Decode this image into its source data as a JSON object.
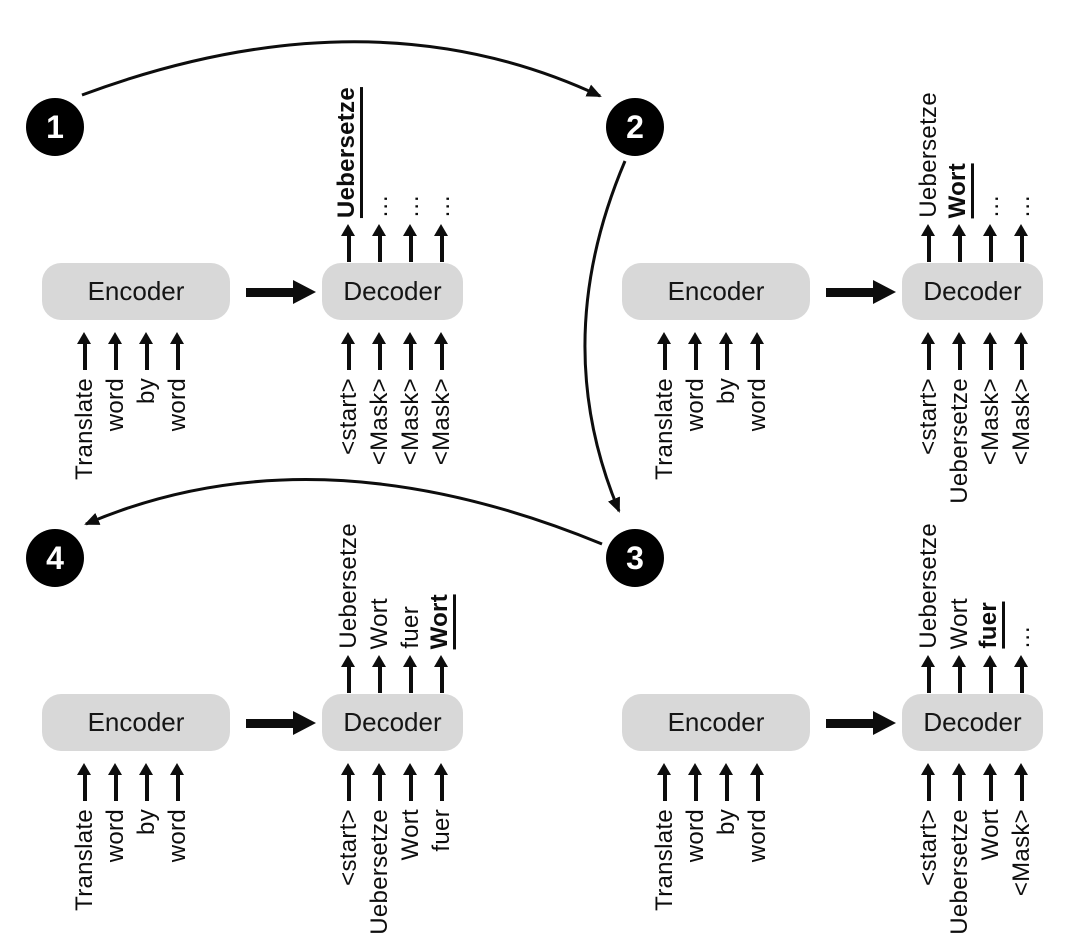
{
  "diagram": {
    "description": "Iterative encoder-decoder word-by-word translation, steps 1-4",
    "steps": [
      {
        "number": "1",
        "encoder": {
          "label": "Encoder",
          "inputs": [
            "Translate",
            "word",
            "by",
            "word"
          ]
        },
        "decoder": {
          "label": "Decoder",
          "inputs": [
            "<start>",
            "<Mask>",
            "<Mask>",
            "<Mask>"
          ],
          "outputs": [
            {
              "text": "Uebersetze",
              "highlight": true
            },
            {
              "text": "…",
              "highlight": false
            },
            {
              "text": "…",
              "highlight": false
            },
            {
              "text": "…",
              "highlight": false
            }
          ]
        }
      },
      {
        "number": "2",
        "encoder": {
          "label": "Encoder",
          "inputs": [
            "Translate",
            "word",
            "by",
            "word"
          ]
        },
        "decoder": {
          "label": "Decoder",
          "inputs": [
            "<start>",
            "Uebersetze",
            "<Mask>",
            "<Mask>"
          ],
          "outputs": [
            {
              "text": "Uebersetze",
              "highlight": false
            },
            {
              "text": "Wort",
              "highlight": true
            },
            {
              "text": "…",
              "highlight": false
            },
            {
              "text": "…",
              "highlight": false
            }
          ]
        }
      },
      {
        "number": "3",
        "encoder": {
          "label": "Encoder",
          "inputs": [
            "Translate",
            "word",
            "by",
            "word"
          ]
        },
        "decoder": {
          "label": "Decoder",
          "inputs": [
            "<start>",
            "Uebersetze",
            "Wort",
            "<Mask>"
          ],
          "outputs": [
            {
              "text": "Uebersetze",
              "highlight": false
            },
            {
              "text": "Wort",
              "highlight": false
            },
            {
              "text": "fuer",
              "highlight": true
            },
            {
              "text": "…",
              "highlight": false
            }
          ]
        }
      },
      {
        "number": "4",
        "encoder": {
          "label": "Encoder",
          "inputs": [
            "Translate",
            "word",
            "by",
            "word"
          ]
        },
        "decoder": {
          "label": "Decoder",
          "inputs": [
            "<start>",
            "Uebersetze",
            "Wort",
            "fuer"
          ],
          "outputs": [
            {
              "text": "Uebersetze",
              "highlight": false
            },
            {
              "text": "Wort",
              "highlight": false
            },
            {
              "text": "fuer",
              "highlight": false
            },
            {
              "text": "Wort",
              "highlight": true
            }
          ]
        }
      }
    ],
    "flow_arrows": [
      "step-1-to-2",
      "step-2-to-3",
      "step-3-to-4"
    ],
    "colors": {
      "background": "#ffffff",
      "ink": "#0d0d0d",
      "box_fill": "#d8d8d8",
      "badge_fill": "#000000",
      "badge_text": "#ffffff"
    }
  }
}
